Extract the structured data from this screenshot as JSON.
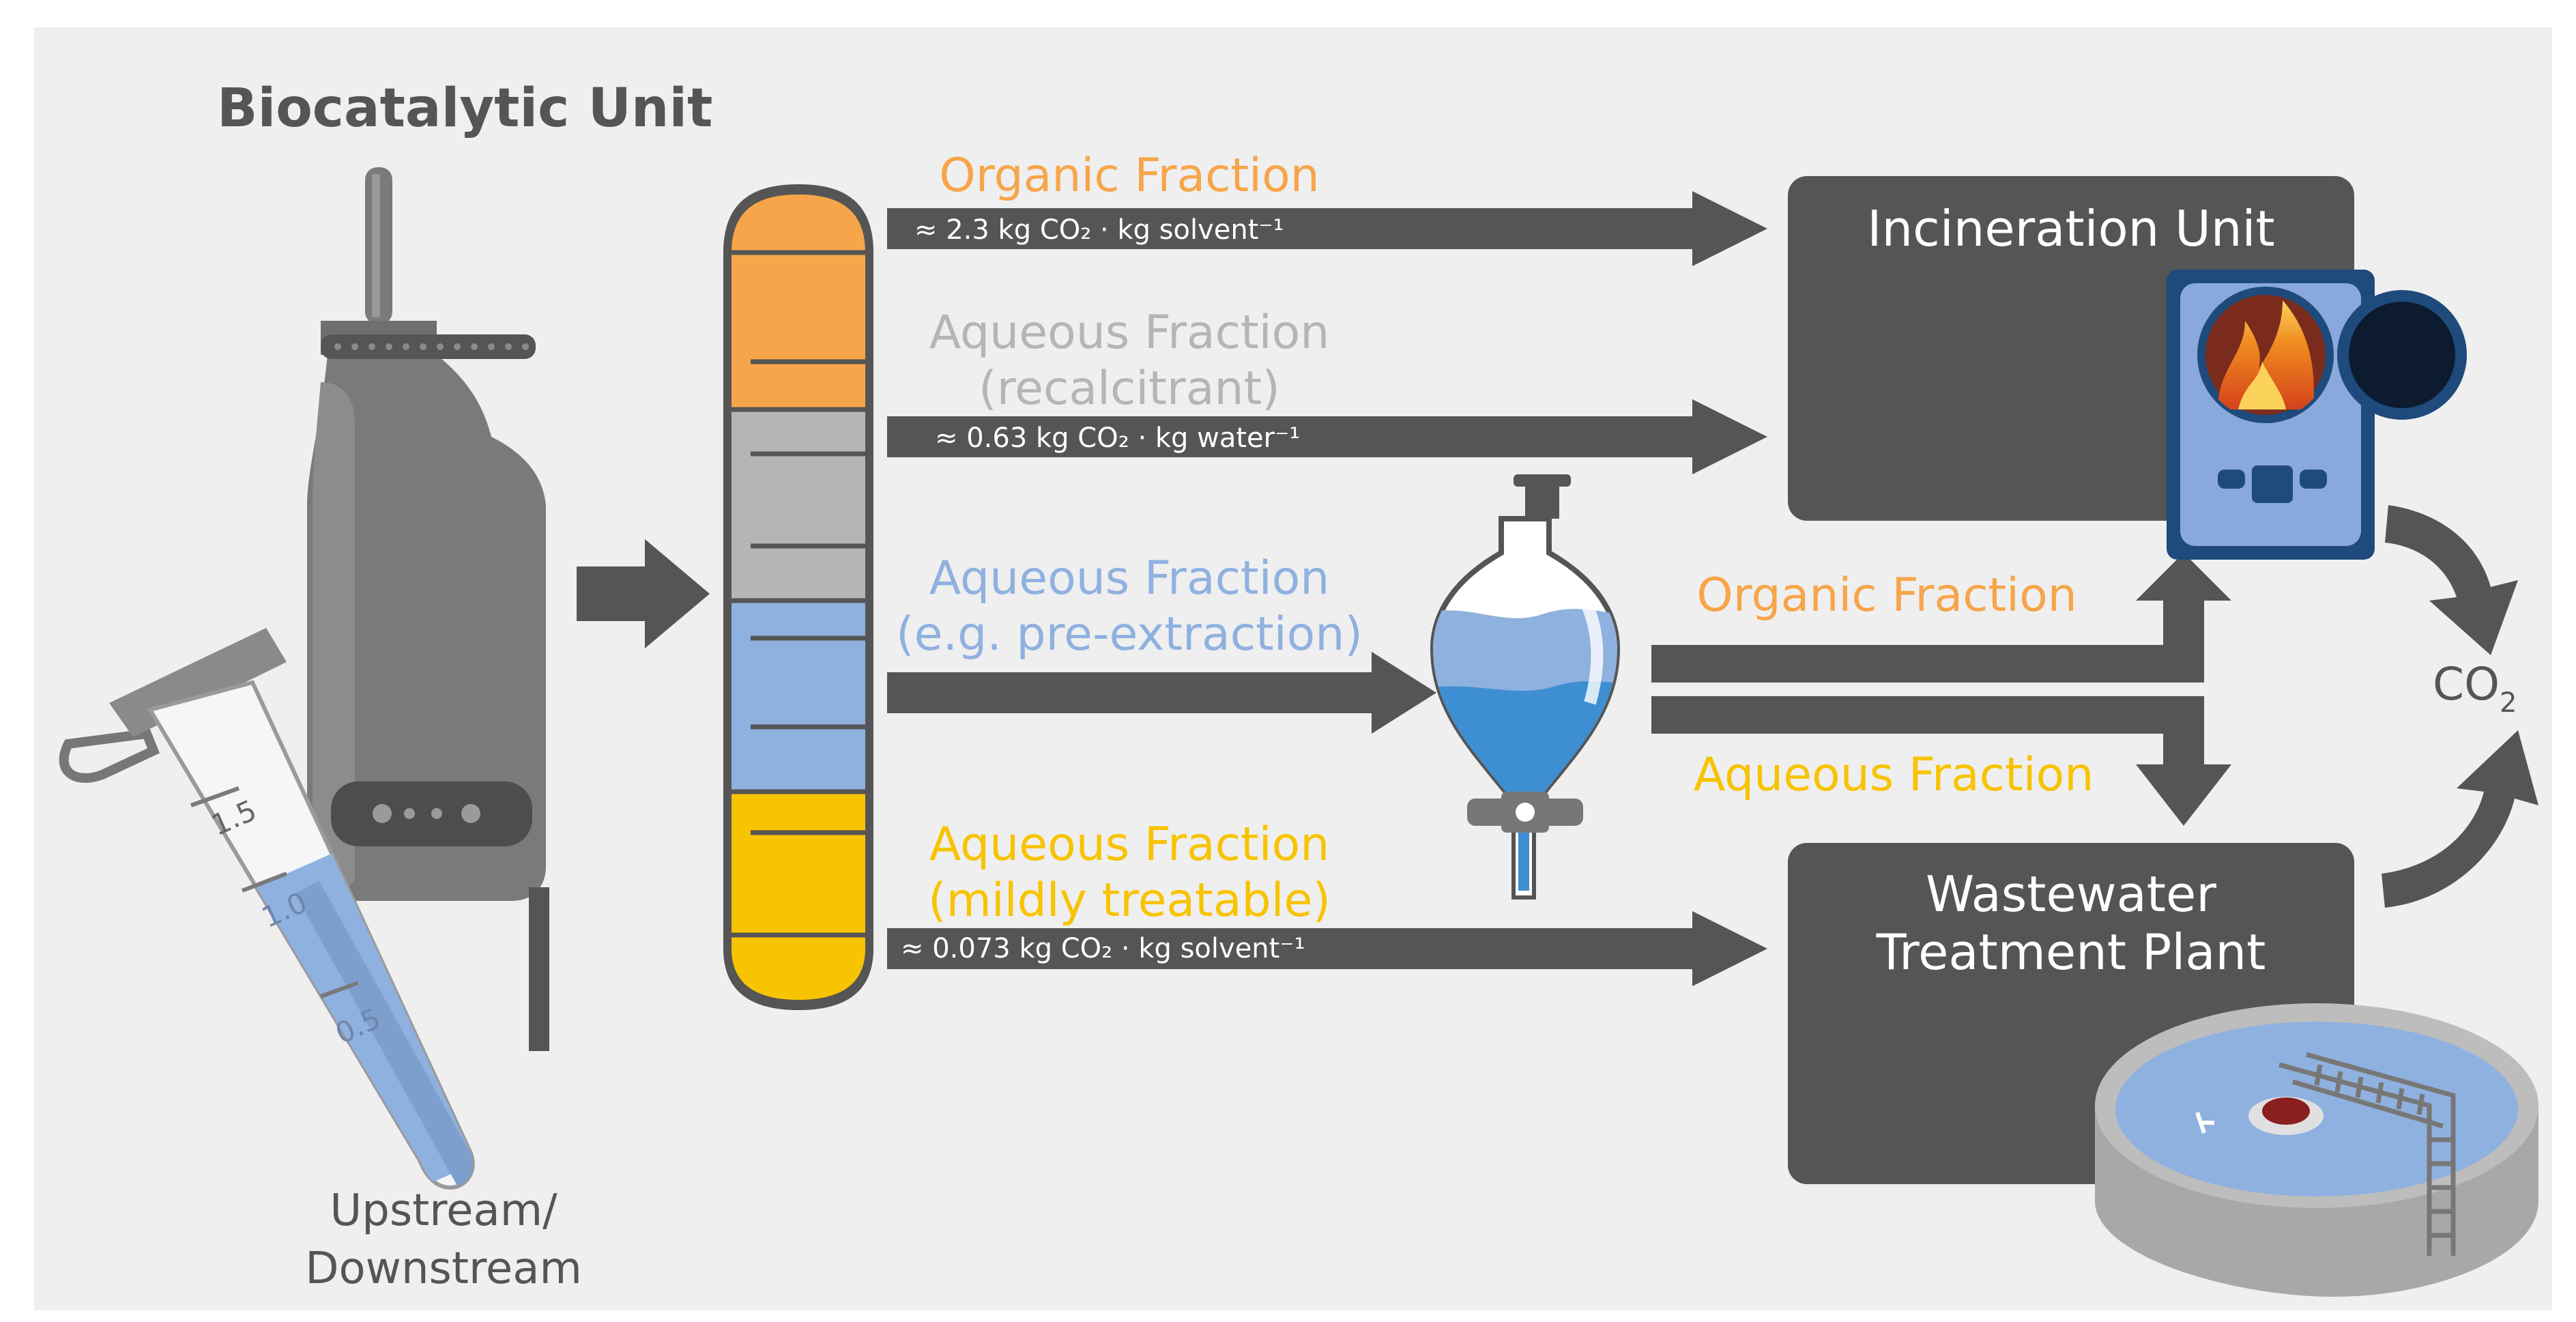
{
  "title": "Biocatalytic Unit",
  "upstream_label": [
    "Upstream/",
    "Downstream"
  ],
  "tube_marks": [
    "1.5",
    "1.0",
    "0.5"
  ],
  "streams": {
    "organic": {
      "label": [
        "Organic Fraction"
      ],
      "emission": "≈ 2.3 kg CO₂ · kg solvent⁻¹"
    },
    "aqueous_recalcitrant": {
      "label": [
        "Aqueous Fraction",
        "(recalcitrant)"
      ],
      "emission": "≈ 0.63 kg CO₂ · kg water⁻¹"
    },
    "aqueous_pre": {
      "label": [
        "Aqueous Fraction",
        "(e.g. pre-extraction)"
      ]
    },
    "aqueous_mild": {
      "label": [
        "Aqueous Fraction",
        "(mildly treatable)"
      ],
      "emission": "≈ 0.073 kg CO₂ · kg solvent⁻¹"
    }
  },
  "funnel_outputs": {
    "organic": "Organic Fraction",
    "aqueous": "Aqueous Fraction"
  },
  "incineration": {
    "label": "Incineration Unit"
  },
  "wwtp": {
    "label": [
      "Wastewater",
      "Treatment Plant"
    ]
  },
  "co2": {
    "base": "CO",
    "sub": "2"
  },
  "colors": {
    "background": "#efefef",
    "dark_gray": "#555555",
    "organic": "#f7a54a",
    "recalcitrant": "#b5b5b5",
    "pre_extraction": "#8fb1e0",
    "mildly_treatable": "#f8c300"
  }
}
